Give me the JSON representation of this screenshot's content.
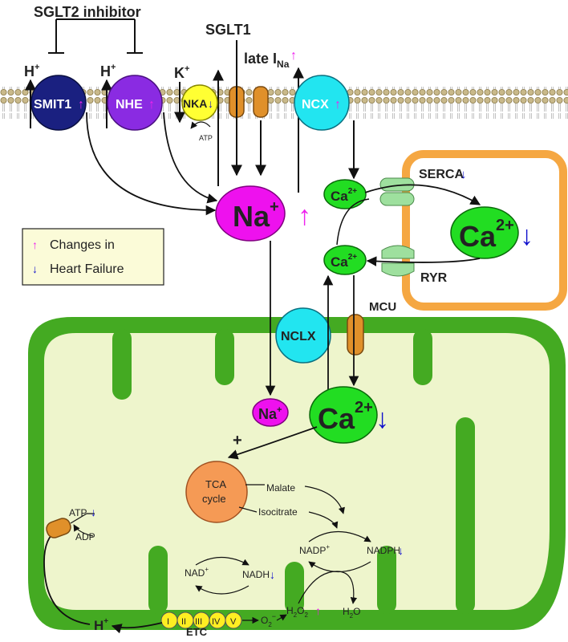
{
  "inhibitor": {
    "label": "SGLT2 inhibitor"
  },
  "sglt1": {
    "label": "SGLT1"
  },
  "late_ina": {
    "prefix": "late I",
    "sub": "Na"
  },
  "ions": {
    "h_plus": "H",
    "plus": "+",
    "k_plus": "K",
    "na": "Na",
    "ca": "Ca",
    "two_plus": "2+"
  },
  "transporters": {
    "smit1": "SMIT1",
    "nhe": "NHE",
    "nka": "NKA",
    "atp": "ATP",
    "ncx": "NCX",
    "nclx": "NCLX",
    "mcu": "MCU",
    "serca": "SERCA",
    "ryr": "RYR"
  },
  "legend": {
    "items": [
      {
        "label": "Changes in",
        "arrow": "up",
        "color": "#ee22ee"
      },
      {
        "label": "Heart Failure",
        "arrow": "down",
        "color": "#1111cc"
      }
    ]
  },
  "mito": {
    "plus_sign": "+",
    "tca": {
      "line1": "TCA",
      "line2": "cycle"
    },
    "malate": "Malate",
    "isocitrate": "Isocitrate",
    "nadp_plus": "NADP",
    "nadph": "NADPH",
    "nad_plus": "NAD",
    "nadh": "NADH",
    "atp": "ATP",
    "adp": "ADP",
    "o2": "O",
    "o2_sup": "−",
    "o2_sub": "2",
    "h2o2": "H",
    "h2o2_sub": "2",
    "h2o2_o": "O",
    "h2o": "H",
    "h2o_sub": "2",
    "h2o_o": "O",
    "etc_label": "ETC",
    "complexes": [
      "I",
      "II",
      "III",
      "IV",
      "V"
    ]
  },
  "colors": {
    "up_arrow": "#ee22ee",
    "down_arrow": "#1111cc",
    "smit1": "#1a2080",
    "nhe": "#8a2be2",
    "nka": "#ffff33",
    "ncx": "#22e5f0",
    "na": "#ee11ee",
    "ca": "#22dd22",
    "mito_membrane": "#44aa22",
    "mito_matrix": "#eef5cc",
    "sr": "#f5a742",
    "tca": "#f59a55",
    "channel": "#e0902a"
  }
}
